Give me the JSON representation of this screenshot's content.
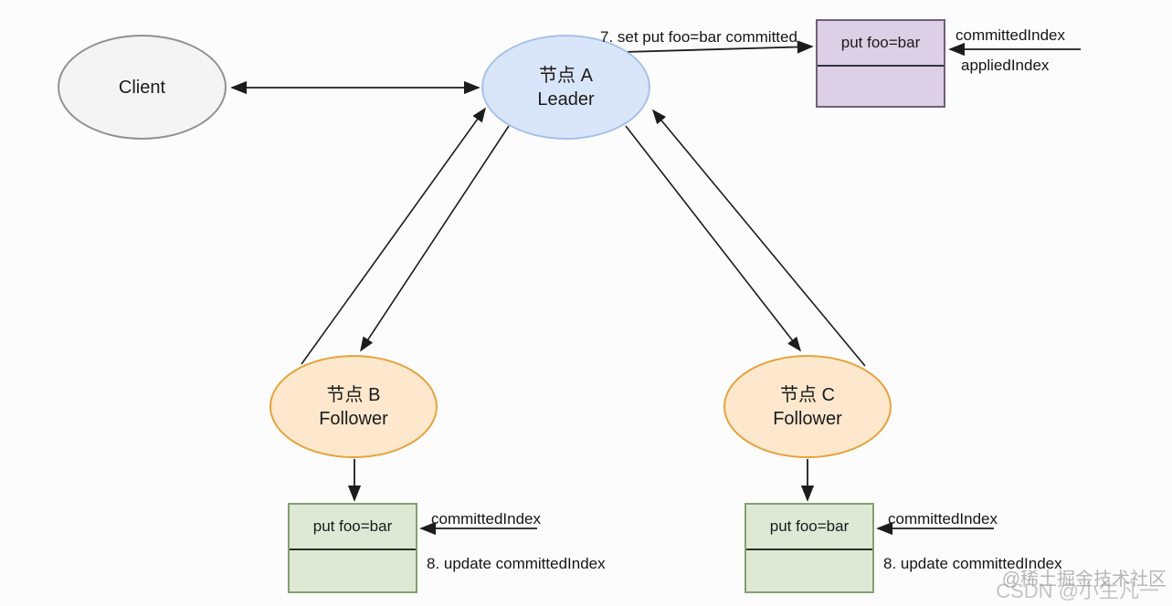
{
  "diagram": {
    "nodes": {
      "client": {
        "label": "Client"
      },
      "leader": {
        "line1": "节点 A",
        "line2": "Leader"
      },
      "follower_b": {
        "line1": "节点 B",
        "line2": "Follower"
      },
      "follower_c": {
        "line1": "节点 C",
        "line2": "Follower"
      }
    },
    "logs": {
      "leader_log_entry": "put foo=bar",
      "follower_b_log_entry": "put foo=bar",
      "follower_c_log_entry": "put foo=bar"
    },
    "labels": {
      "step7": "7. set put foo=bar committed",
      "leader_committed_index": "committedIndex",
      "leader_applied_index": "appliedIndex",
      "follower_b_committed_index": "committedIndex",
      "follower_b_step8": "8. update committedIndex",
      "follower_c_committed_index": "committedIndex",
      "follower_c_step8": "8. update committedIndex"
    },
    "watermark": {
      "line1": "@稀土掘金技术社区",
      "line2": "CSDN @小生凡一"
    },
    "colors": {
      "leader_fill": "#d9e6f9",
      "leader_border": "#a6c1e8",
      "follower_fill": "#fde8cd",
      "follower_border": "#e6a23c",
      "client_fill": "#f4f4f4",
      "leader_log_fill": "#dcd0e6",
      "follower_log_fill": "#dde9d5",
      "arrow": "#1c1c1c",
      "background": "#fcfcfc"
    }
  }
}
